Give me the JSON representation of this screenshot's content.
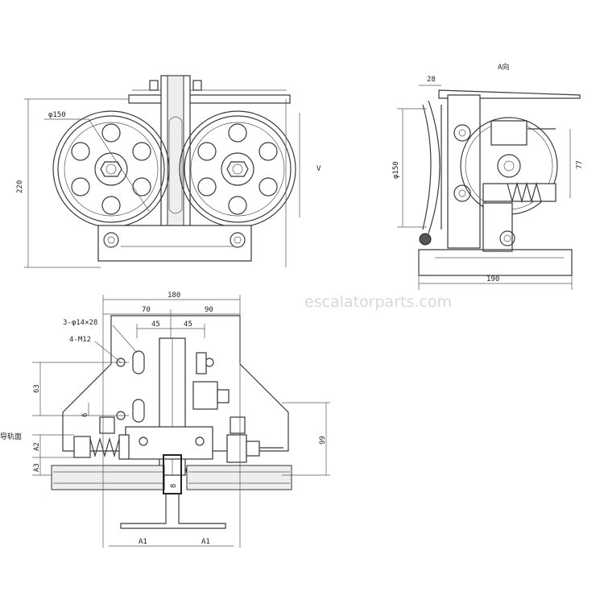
{
  "watermark": "escalatorparts.com",
  "views": {
    "front": {
      "dim_height": "220",
      "dim_wheel": "φ150",
      "section_mark": "V"
    },
    "side": {
      "view_label": "A向",
      "dim_top": "28",
      "dim_wheel": "φ150",
      "dim_right": "77",
      "dim_width": "190"
    },
    "plan": {
      "dim_total": "180",
      "dim_left": "70",
      "dim_right": "90",
      "dim_half_left": "45",
      "dim_half_right": "45",
      "hole_note": "3-φ14×28",
      "thread_note": "4-M12",
      "dim_63": "63",
      "dim_6": "6",
      "dim_99": "99",
      "dim_A2": "A2",
      "dim_A3": "A3",
      "rail_label": "导轨面",
      "dim_A1_left": "A1",
      "dim_A1_right": "A1",
      "dim_8": "8"
    }
  }
}
